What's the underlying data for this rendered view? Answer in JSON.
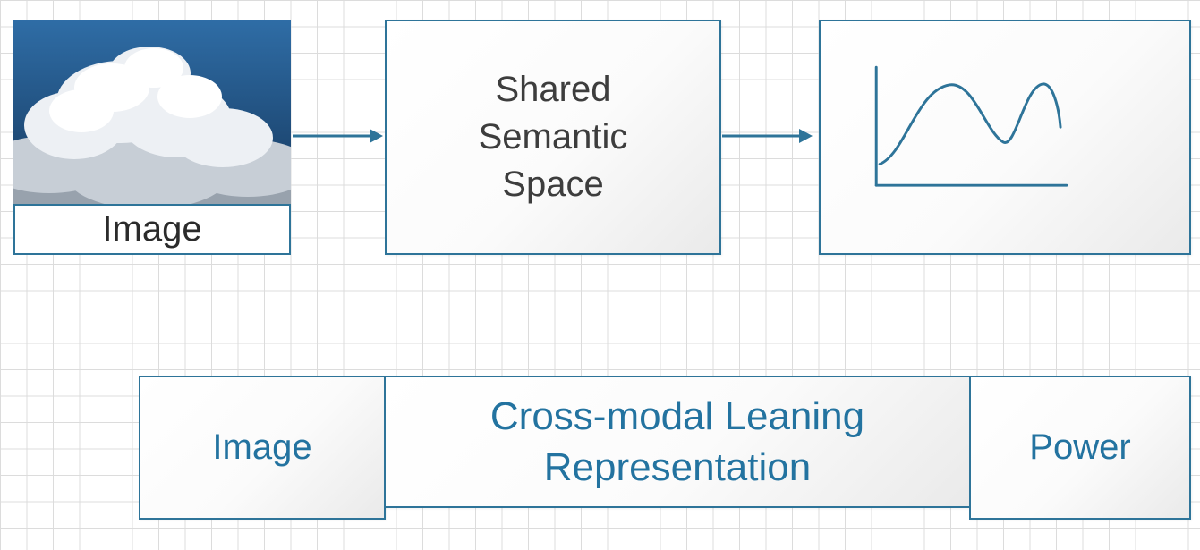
{
  "colors": {
    "accent": "#2e7499",
    "grid_line": "#dcdcdc",
    "dark_text": "#3d3d3d",
    "teal_text": "#2373a0",
    "photo_label_text": "#2b2b2b",
    "shape_fill_start": "#ffffff",
    "shape_fill_end": "#eaeaea"
  },
  "top_row": {
    "image_shape": {
      "label": "Image",
      "photo_icon": "cloud-photo"
    },
    "shared_space_shape": {
      "label": "Shared\nSemantic\nSpace"
    },
    "chart_shape": {
      "icon": "line-chart-sketch"
    },
    "connectors": [
      {
        "name": "arrow-image-to-shared",
        "direction": "right"
      },
      {
        "name": "arrow-shared-to-chart",
        "direction": "right"
      }
    ]
  },
  "bottom_row": {
    "image_shape": {
      "label": "Image"
    },
    "representation_shape": {
      "label": "Cross-modal Leaning\nRepresentation"
    },
    "power_shape": {
      "label": "Power"
    }
  }
}
